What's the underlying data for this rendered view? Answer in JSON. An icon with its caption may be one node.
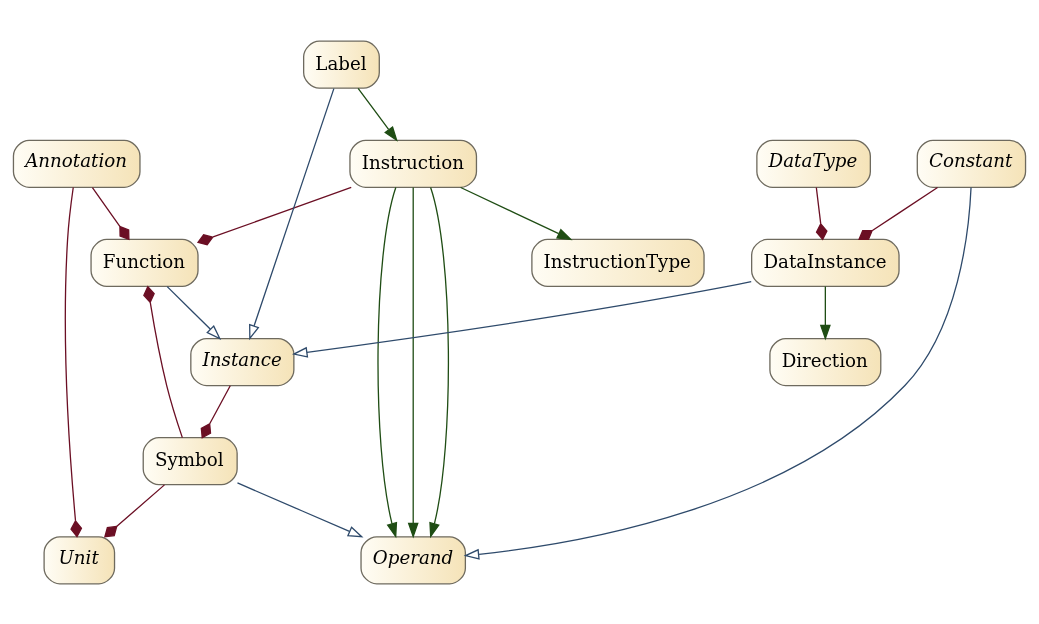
{
  "diagram": {
    "nodes": [
      {
        "text": [
          "Unit"
        ]
      },
      {
        "text": [
          "Annotation"
        ]
      },
      {
        "text": [
          "Symbol"
        ]
      },
      {
        "text": [
          "Operand"
        ]
      },
      {
        "text": [
          "Function"
        ]
      },
      {
        "text": [
          "Instruction"
        ]
      },
      {
        "text": [
          "Label"
        ]
      },
      {
        "text": [
          "Constant"
        ]
      },
      {
        "text": [
          "InstructionType"
        ]
      },
      {
        "text": [
          "Instance"
        ]
      },
      {
        "text": [
          "DataInstance"
        ]
      },
      {
        "text": [
          "DataType"
        ]
      },
      {
        "text": [
          "Direction"
        ]
      }
    ],
    "edges": [
      {
        "from": 1,
        "to": 0,
        "arrow": "other"
      },
      {
        "from": 2,
        "to": 0,
        "arrow": "other"
      },
      {
        "from": 9,
        "to": 2,
        "arrow": "other"
      },
      {
        "from": 2,
        "to": 3,
        "arrow": "to",
        "color": "#2e4a6b"
      },
      {
        "from": 2,
        "to": 4,
        "arrow": "other"
      },
      {
        "from": 1,
        "to": 4,
        "arrow": "other"
      },
      {
        "from": 5,
        "to": 4,
        "arrow": "other"
      },
      {
        "from": 5,
        "to": 3,
        "arrow": "to",
        "color": "#1f4d14"
      },
      {
        "from": 5,
        "to": 3,
        "arrow": "to",
        "color": "#1f4d14"
      },
      {
        "from": 5,
        "to": 3,
        "arrow": "to",
        "color": "#1f4d14"
      },
      {
        "from": 7,
        "to": 3,
        "arrow": "to",
        "color": "#2e4a6b"
      },
      {
        "from": 5,
        "to": 8,
        "arrow": "to",
        "color": "#1f4d14"
      },
      {
        "from": 6,
        "to": 5,
        "arrow": "to",
        "color": "#1f4d14"
      },
      {
        "from": 6,
        "to": 9,
        "arrow": "to",
        "color": "#2e4a6b"
      },
      {
        "from": 4,
        "to": 9,
        "arrow": "to",
        "color": "#2e4a6b"
      },
      {
        "from": 10,
        "to": 9,
        "arrow": "to",
        "color": "#2e4a6b"
      },
      {
        "from": 7,
        "to": 10,
        "arrow": "other"
      },
      {
        "from": 11,
        "to": 10,
        "arrow": "other"
      },
      {
        "from": 10,
        "to": 12,
        "arrow": "to",
        "color": "#1f4d14"
      }
    ]
  }
}
